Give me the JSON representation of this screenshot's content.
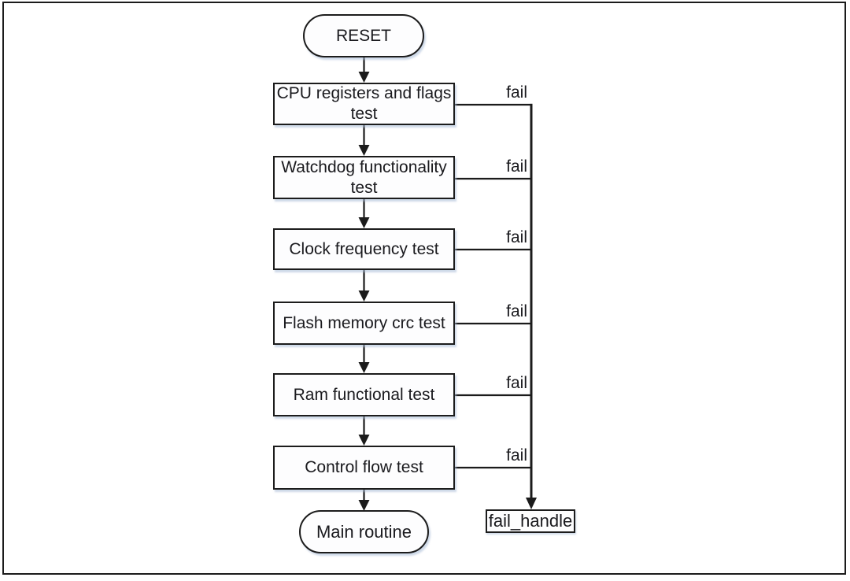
{
  "diagram": {
    "type": "flowchart",
    "nodes": {
      "reset": {
        "label": "RESET",
        "shape": "terminator"
      },
      "cpu_test": {
        "label": "CPU registers and flags test",
        "shape": "process"
      },
      "watchdog_test": {
        "label": "Watchdog functionality test",
        "shape": "process"
      },
      "clock_test": {
        "label": "Clock frequency test",
        "shape": "process"
      },
      "flash_test": {
        "label": "Flash memory crc test",
        "shape": "process"
      },
      "ram_test": {
        "label": "Ram functional test",
        "shape": "process"
      },
      "control_test": {
        "label": "Control flow test",
        "shape": "process"
      },
      "main_routine": {
        "label": "Main routine",
        "shape": "terminator"
      },
      "fail_handle": {
        "label": "fail_handle",
        "shape": "process"
      }
    },
    "edge_labels": {
      "cpu_fail": "fail",
      "watchdog_fail": "fail",
      "clock_fail": "fail",
      "flash_fail": "fail",
      "ram_fail": "fail",
      "control_fail": "fail"
    },
    "flow_order": [
      "RESET",
      "CPU registers and flags test",
      "Watchdog functionality test",
      "Clock frequency test",
      "Flash memory crc test",
      "Ram functional test",
      "Control flow test",
      "Main routine"
    ],
    "fail_target": "fail_handle",
    "colors": {
      "line": "#1b1b1b",
      "background": "#ffffff",
      "node_fill": "#fdfdfe",
      "shadow": "#a5b9d5",
      "text": "#1a1a1e"
    }
  }
}
